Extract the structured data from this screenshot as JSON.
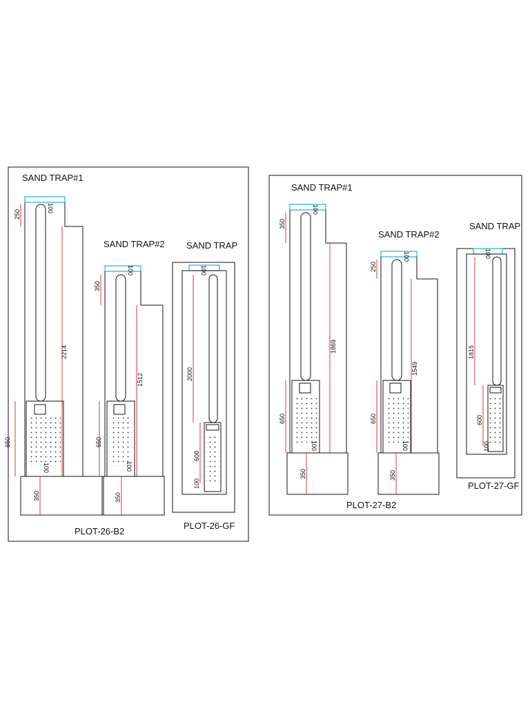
{
  "sheets": [
    {
      "plot_label": "PLOT-26-B2",
      "traps": [
        {
          "title": "SAND TRAP#1",
          "dims": {
            "top": "250",
            "cover": "100",
            "pipe": "2214",
            "box": "650",
            "bottom": "100",
            "base": "350"
          }
        },
        {
          "title": "SAND TRAP#2",
          "dims": {
            "top": "350",
            "cover": "100",
            "pipe": "1512",
            "box": "650",
            "bottom": "100",
            "base": "350"
          }
        }
      ]
    },
    {
      "plot_label": "PLOT-26-GF",
      "traps": [
        {
          "title": "SAND TRAP",
          "dims": {
            "cover": "100",
            "pipe": "2000",
            "box": "600",
            "bottom": "100"
          }
        }
      ]
    },
    {
      "plot_label": "PLOT-27-B2",
      "traps": [
        {
          "title": "SAND TRAP#1",
          "dims": {
            "top": "350",
            "cover": "100",
            "pipe": "1869",
            "box": "650",
            "bottom": "100",
            "base": "350"
          }
        },
        {
          "title": "SAND TRAP#2",
          "dims": {
            "top": "250",
            "cover": "100",
            "pipe": "1549",
            "box": "650",
            "bottom": "100",
            "base": "350"
          }
        }
      ]
    },
    {
      "plot_label": "PLOT-27-GF",
      "traps": [
        {
          "title": "SAND TRAP",
          "dims": {
            "cover": "100",
            "pipe": "1815",
            "box": "600",
            "bottom": "100"
          }
        }
      ]
    }
  ],
  "colors": {
    "dimension": "#e02020",
    "grating": "#14b8c8",
    "linework": "#111111"
  }
}
